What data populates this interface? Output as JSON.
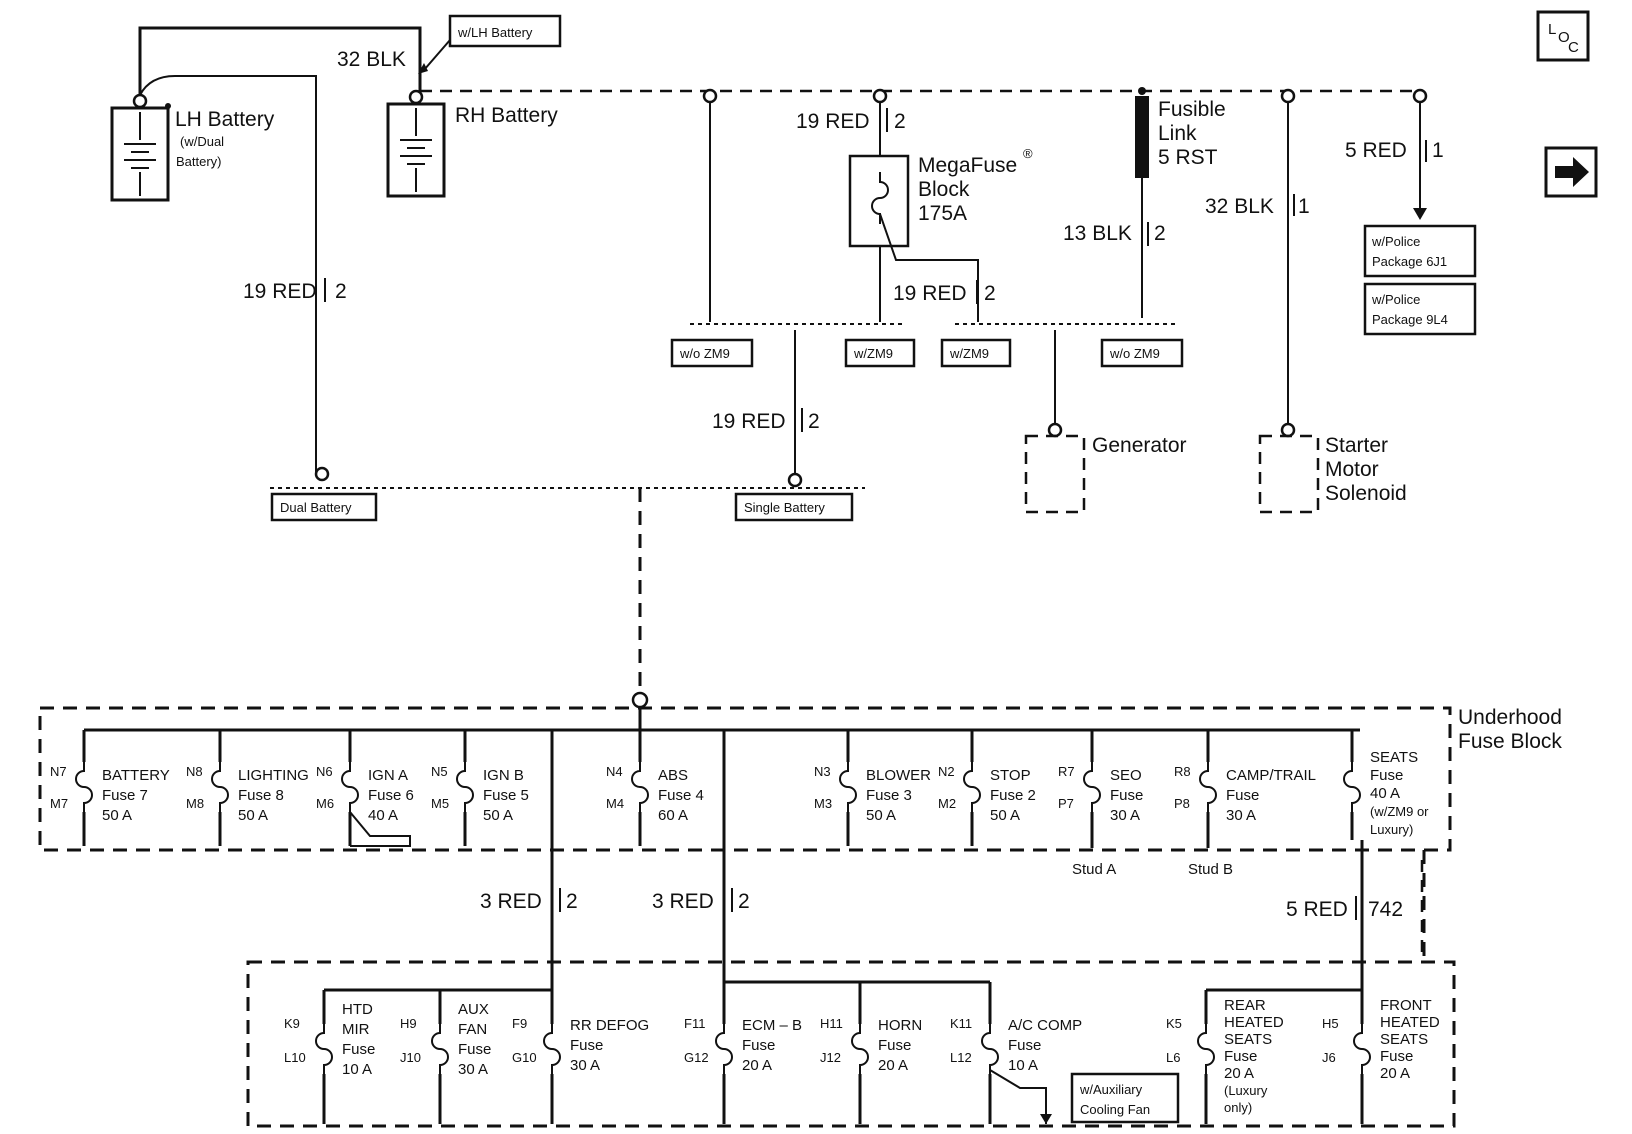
{
  "nav": {
    "loc_l": "L",
    "loc_o": "O",
    "loc_c": "C",
    "next_glyph": "➡"
  },
  "batteries": {
    "lh_title": "LH Battery",
    "lh_sub1": "(w/Dual",
    "lh_sub2": "Battery)",
    "rh_title": "RH Battery",
    "lh_note": "w/LH Battery"
  },
  "wires": {
    "w_32blk": "32 BLK",
    "w_19red_left": "19 RED",
    "w_19red_left_n": "2",
    "w_19red_mega": "19 RED",
    "w_19red_mega_n": "2",
    "w_19red_mega2": "19 RED",
    "w_19red_mega2_n": "2",
    "w_19red_center": "19 RED",
    "w_19red_center_n": "2",
    "w_13blk": "13 BLK",
    "w_13blk_n": "2",
    "w_32blk_starter": "32 BLK",
    "w_32blk_starter_n": "1",
    "w_5red_top": "5 RED",
    "w_5red_top_n": "1",
    "w_3red_a": "3 RED",
    "w_3red_a_n": "2",
    "w_3red_b": "3 RED",
    "w_3red_b_n": "2",
    "w_5red_bot": "5 RED",
    "w_5red_bot_n": "742"
  },
  "megafuse": {
    "name": "MegaFuse",
    "reg": "®",
    "line2": "Block",
    "rating": "175A"
  },
  "fusible": {
    "l1": "Fusible",
    "l2": "Link",
    "l3": "5 RST"
  },
  "options": {
    "wo_zm9_a": "w/o ZM9",
    "w_zm9_a": "w/ZM9",
    "w_zm9_b": "w/ZM9",
    "wo_zm9_b": "w/o ZM9",
    "dual": "Dual Battery",
    "single": "Single Battery",
    "police1_l1": "w/Police",
    "police1_l2": "Package 6J1",
    "police2_l1": "w/Police",
    "police2_l2": "Package 9L4",
    "aux_l1": "w/Auxiliary",
    "aux_l2": "Cooling Fan"
  },
  "components": {
    "generator": "Generator",
    "starter_l1": "Starter",
    "starter_l2": "Motor",
    "starter_l3": "Solenoid",
    "ufb_l1": "Underhood",
    "ufb_l2": "Fuse Block"
  },
  "studs": {
    "a": "Stud A",
    "b": "Stud B"
  },
  "top_fuses": [
    {
      "t": "N7",
      "b": "M7",
      "l1": "BATTERY",
      "l2": "Fuse 7",
      "l3": "50 A"
    },
    {
      "t": "N8",
      "b": "M8",
      "l1": "LIGHTING",
      "l2": "Fuse 8",
      "l3": "50 A"
    },
    {
      "t": "N6",
      "b": "M6",
      "l1": "IGN A",
      "l2": "Fuse 6",
      "l3": "40 A"
    },
    {
      "t": "N5",
      "b": "M5",
      "l1": "IGN B",
      "l2": "Fuse 5",
      "l3": "50 A"
    },
    {
      "t": "N4",
      "b": "M4",
      "l1": "ABS",
      "l2": "Fuse 4",
      "l3": "60 A"
    },
    {
      "t": "N3",
      "b": "M3",
      "l1": "BLOWER",
      "l2": "Fuse 3",
      "l3": "50 A"
    },
    {
      "t": "N2",
      "b": "M2",
      "l1": "STOP",
      "l2": "Fuse 2",
      "l3": "50 A"
    },
    {
      "t": "R7",
      "b": "P7",
      "l1": "SEO",
      "l2": "Fuse",
      "l3": "30 A"
    },
    {
      "t": "R8",
      "b": "P8",
      "l1": "CAMP/TRAIL",
      "l2": "Fuse",
      "l3": "30 A"
    },
    {
      "t": "",
      "b": "",
      "l1": "SEATS",
      "l2": "Fuse",
      "l3": "40 A",
      "l4": "(w/ZM9 or",
      "l5": "Luxury)"
    }
  ],
  "bottom_fuses": [
    {
      "t": "K9",
      "b": "L10",
      "l1": "HTD",
      "l2": "MIR",
      "l3": "Fuse",
      "l4": "10 A"
    },
    {
      "t": "H9",
      "b": "J10",
      "l1": "AUX",
      "l2": "FAN",
      "l3": "Fuse",
      "l4": "30 A"
    },
    {
      "t": "F9",
      "b": "G10",
      "l1": "RR DEFOG",
      "l2": "Fuse",
      "l3": "30 A"
    },
    {
      "t": "F11",
      "b": "G12",
      "l1": "ECM – B",
      "l2": "Fuse",
      "l3": "20 A"
    },
    {
      "t": "H11",
      "b": "J12",
      "l1": "HORN",
      "l2": "Fuse",
      "l3": "20 A"
    },
    {
      "t": "K11",
      "b": "L12",
      "l1": "A/C COMP",
      "l2": "Fuse",
      "l3": "10 A"
    },
    {
      "t": "K5",
      "b": "L6",
      "l1": "REAR",
      "l2": "HEATED",
      "l3": "SEATS",
      "l4": "Fuse",
      "l5": "20 A",
      "l6": "(Luxury",
      "l7": "only)"
    },
    {
      "t": "H5",
      "b": "J6",
      "l1": "FRONT",
      "l2": "HEATED",
      "l3": "SEATS",
      "l4": "Fuse",
      "l5": "20 A"
    }
  ]
}
